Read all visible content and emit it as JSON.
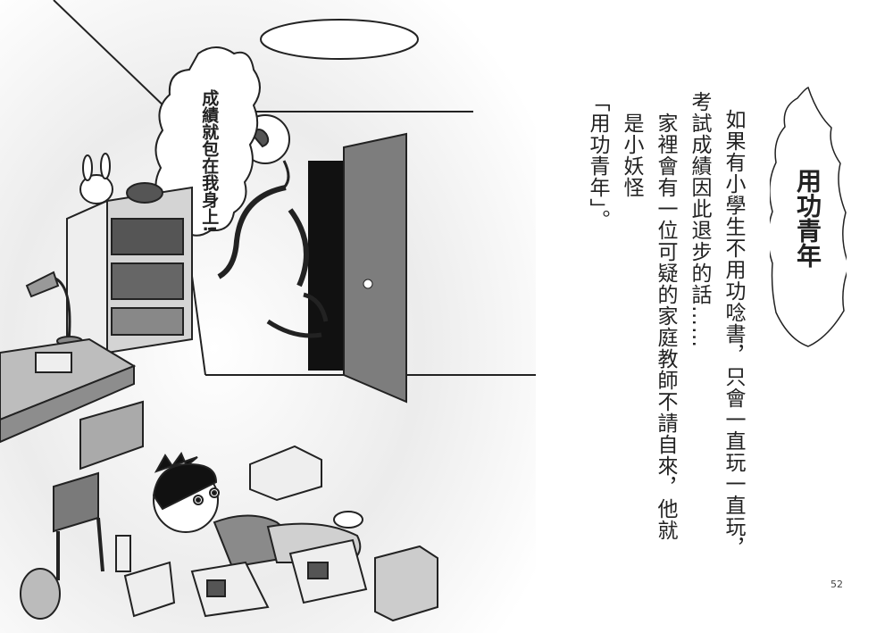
{
  "illustration": {
    "speech_bubble": "成績就包在我身上!"
  },
  "title": "用功青年",
  "body_lines": [
    "如果有小學生不用功唸書，只會一直玩一直玩，",
    "考試成績因此退步的話……",
    "家裡會有一位可疑的家庭教師不請自來，他就",
    "是小妖怪",
    "「用功青年」。"
  ],
  "page_number": "52"
}
